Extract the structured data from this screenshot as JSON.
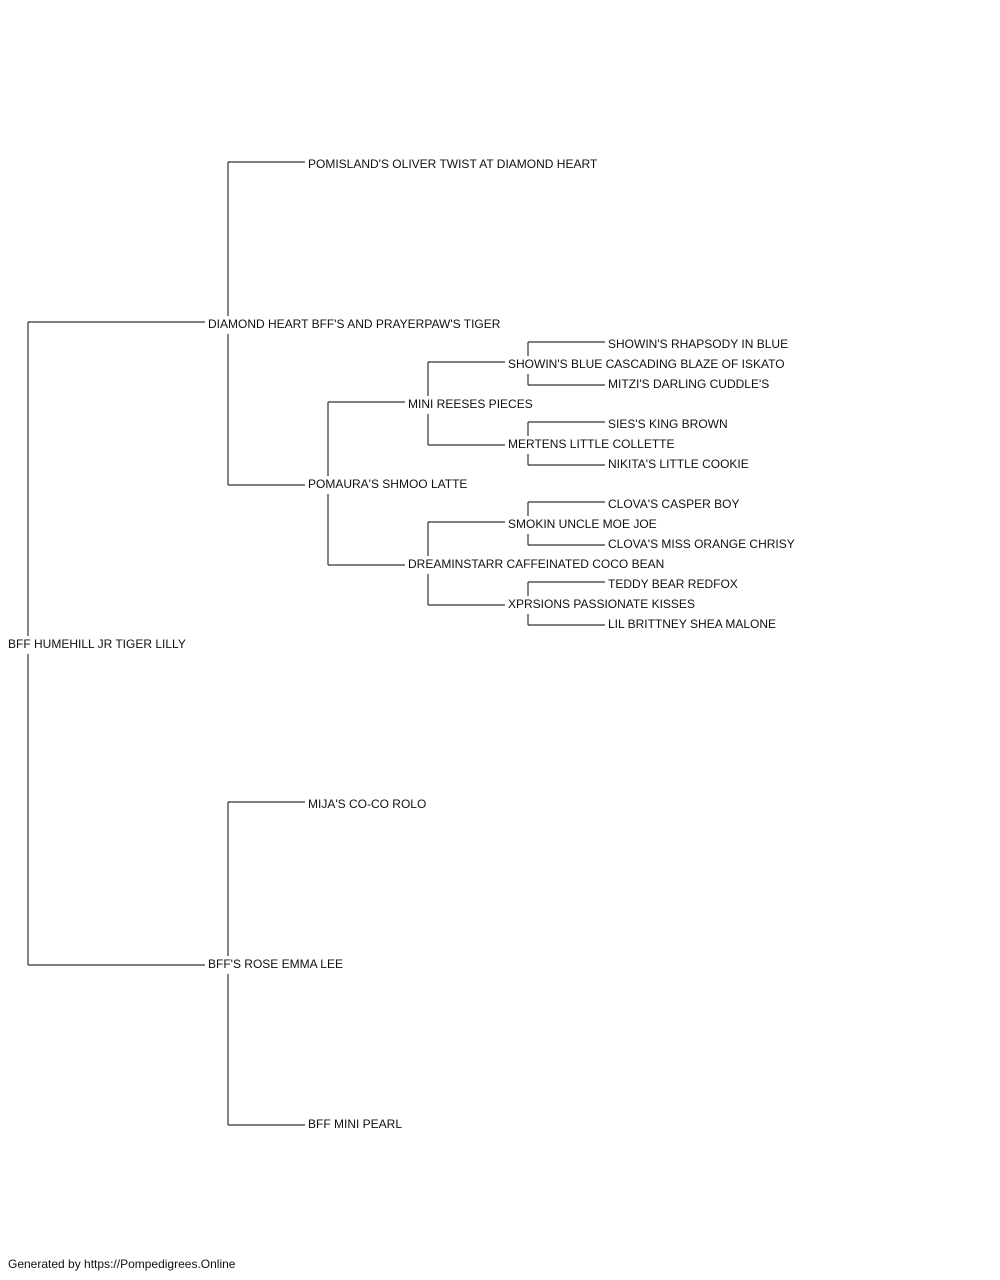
{
  "pedigree": {
    "subject": "BFF HUMEHILL JR TIGER LILLY",
    "sire": "DIAMOND HEART BFF'S AND PRAYERPAW'S TIGER",
    "sire_sire": "POMISLAND'S OLIVER TWIST AT DIAMOND HEART",
    "sire_dam": "POMAURA'S SHMOO LATTE",
    "sire_dam_sire": "MINI REESES PIECES",
    "sire_dam_sire_sire": "SHOWIN'S BLUE CASCADING BLAZE OF ISKATO",
    "sire_dam_sire_sire_sire": "SHOWIN'S RHAPSODY IN BLUE",
    "sire_dam_sire_sire_dam": "MITZI'S DARLING CUDDLE'S",
    "sire_dam_sire_dam": "MERTENS LITTLE COLLETTE",
    "sire_dam_sire_dam_sire": "SIES'S KING BROWN",
    "sire_dam_sire_dam_dam": "NIKITA'S LITTLE COOKIE",
    "sire_dam_dam": "DREAMINSTARR CAFFEINATED COCO BEAN",
    "sire_dam_dam_sire": "SMOKIN UNCLE MOE JOE",
    "sire_dam_dam_sire_sire": "CLOVA'S CASPER BOY",
    "sire_dam_dam_sire_dam": "CLOVA'S MISS ORANGE CHRISY",
    "sire_dam_dam_dam": "XPRSIONS PASSIONATE KISSES",
    "sire_dam_dam_dam_sire": "TEDDY BEAR REDFOX",
    "sire_dam_dam_dam_dam": "LIL BRITTNEY SHEA MALONE",
    "dam": "BFF'S ROSE EMMA LEE",
    "dam_sire": "MIJA'S CO-CO ROLO",
    "dam_dam": "BFF MINI PEARL"
  },
  "footer": "Generated by https://Pompedigrees.Online"
}
